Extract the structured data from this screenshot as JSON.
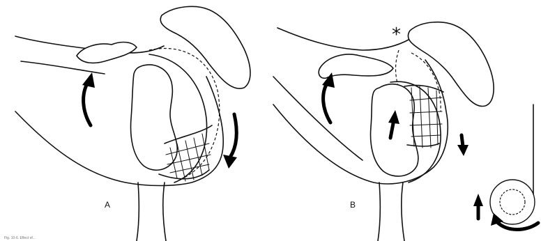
{
  "panels": [
    {
      "id": "A",
      "label": "A"
    },
    {
      "id": "B",
      "label": "B"
    }
  ],
  "annotation_mark": "*",
  "caption_fragment": "Fig. 10-6. Effect of..."
}
